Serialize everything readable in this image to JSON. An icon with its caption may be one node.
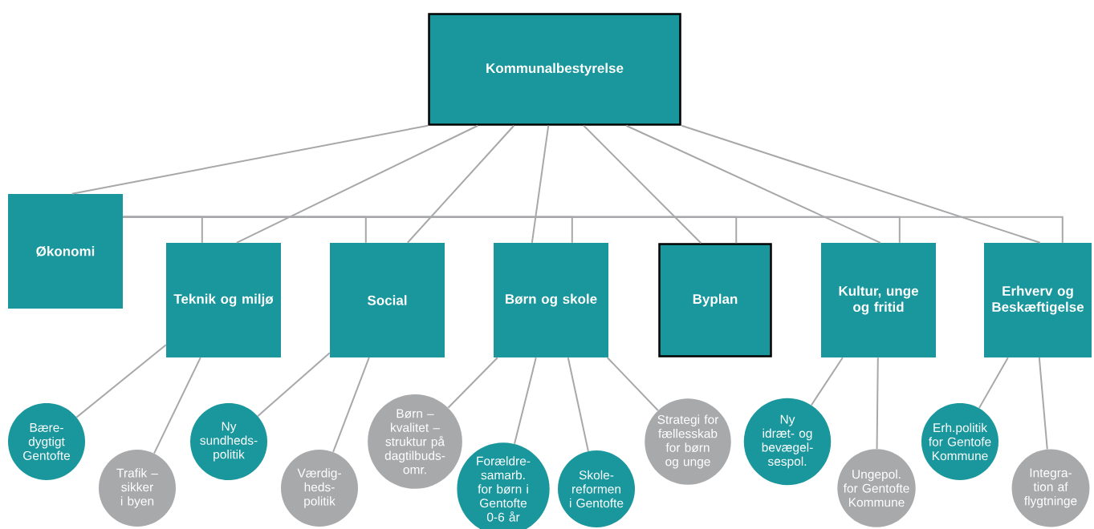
{
  "diagram": {
    "nodes": [
      {
        "text": [
          "Kommunalbestyrelse"
        ]
      },
      {
        "text": [
          "Økonomi"
        ]
      },
      {
        "text": [
          "Teknik og miljø"
        ]
      },
      {
        "text": [
          "Social"
        ]
      },
      {
        "text": [
          "Børn og skole"
        ]
      },
      {
        "text": [
          "Byplan"
        ]
      },
      {
        "text": [
          "Kultur, unge og fritid"
        ]
      },
      {
        "text": [
          "Erhverv og Beskæftigelse"
        ]
      },
      {
        "text": [
          "Bære-dygtigt Gentofte"
        ]
      },
      {
        "text": [
          "Trafik – sikker i byen"
        ]
      },
      {
        "text": [
          "Ny sundheds-politik"
        ]
      },
      {
        "text": [
          "Værdig-heds-politik"
        ]
      },
      {
        "text": [
          "Børn – kvalitet – struktur på dagtilbuds-omr."
        ]
      },
      {
        "text": [
          "Forældre-samarb. for børn i Gentofte 0-6 år"
        ]
      },
      {
        "text": [
          "Skole-reformen i Gentofte"
        ]
      },
      {
        "text": [
          "Strategi for fællesskab for børn og unge"
        ]
      },
      {
        "text": [
          "Ny idræt- og bevægel-sespol."
        ]
      },
      {
        "text": [
          "Ungepol. for Gentofte Kommune"
        ]
      },
      {
        "text": [
          "Erh.politik for Gentofe Kommune"
        ]
      },
      {
        "text": [
          "Integra-tion af flygtninge"
        ]
      }
    ],
    "edges": [
      {
        "from": 0,
        "to": 1,
        "arrow": "none"
      },
      {
        "from": 0,
        "to": 2,
        "arrow": "none"
      },
      {
        "from": 0,
        "to": 3,
        "arrow": "none"
      },
      {
        "from": 0,
        "to": 4,
        "arrow": "none"
      },
      {
        "from": 0,
        "to": 5,
        "arrow": "none"
      },
      {
        "from": 0,
        "to": 6,
        "arrow": "none"
      },
      {
        "from": 0,
        "to": 7,
        "arrow": "none"
      },
      {
        "from": 1,
        "to": 2,
        "arrow": "none"
      },
      {
        "from": 1,
        "to": 3,
        "arrow": "none"
      },
      {
        "from": 1,
        "to": 4,
        "arrow": "none"
      },
      {
        "from": 1,
        "to": 5,
        "arrow": "none"
      },
      {
        "from": 1,
        "to": 6,
        "arrow": "none"
      },
      {
        "from": 1,
        "to": 7,
        "arrow": "none"
      },
      {
        "from": 2,
        "to": 8,
        "arrow": "none"
      },
      {
        "from": 2,
        "to": 9,
        "arrow": "none"
      },
      {
        "from": 3,
        "to": 10,
        "arrow": "none"
      },
      {
        "from": 3,
        "to": 11,
        "arrow": "none"
      },
      {
        "from": 4,
        "to": 12,
        "arrow": "none"
      },
      {
        "from": 4,
        "to": 13,
        "arrow": "none"
      },
      {
        "from": 4,
        "to": 14,
        "arrow": "none"
      },
      {
        "from": 4,
        "to": 15,
        "arrow": "none"
      },
      {
        "from": 6,
        "to": 16,
        "arrow": "none"
      },
      {
        "from": 6,
        "to": 17,
        "arrow": "none"
      },
      {
        "from": 7,
        "to": 18,
        "arrow": "none"
      },
      {
        "from": 7,
        "to": 19,
        "arrow": "none"
      }
    ]
  }
}
